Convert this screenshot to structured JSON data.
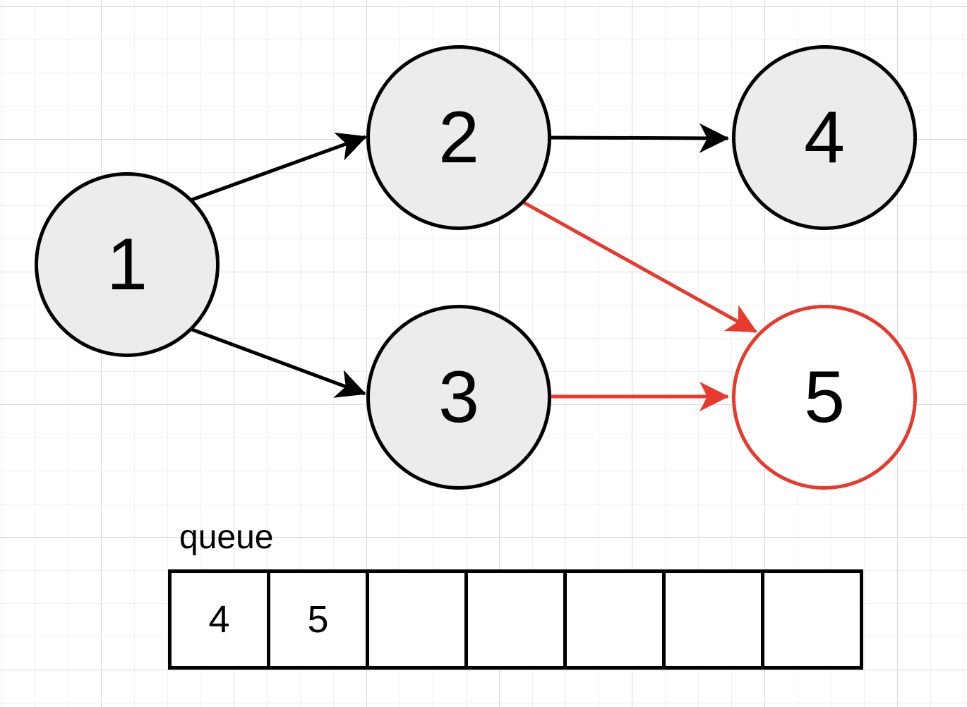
{
  "diagram": {
    "kind": "directed-graph",
    "nodes": [
      {
        "id": "1",
        "label": "1",
        "highlighted": false
      },
      {
        "id": "2",
        "label": "2",
        "highlighted": false
      },
      {
        "id": "3",
        "label": "3",
        "highlighted": false
      },
      {
        "id": "4",
        "label": "4",
        "highlighted": false
      },
      {
        "id": "5",
        "label": "5",
        "highlighted": true
      }
    ],
    "edges": [
      {
        "from": "1",
        "to": "2",
        "color": "#000000"
      },
      {
        "from": "1",
        "to": "3",
        "color": "#000000"
      },
      {
        "from": "2",
        "to": "4",
        "color": "#000000"
      },
      {
        "from": "2",
        "to": "5",
        "color": "#e8392c"
      },
      {
        "from": "3",
        "to": "5",
        "color": "#e8392c"
      }
    ],
    "colors": {
      "node_fill": "#ececec",
      "node_stroke": "#000000",
      "highlight_stroke": "#e8392c",
      "grid_minor": "#f0f0f0",
      "grid_major": "#d9d9d9",
      "background": "#ffffff"
    }
  },
  "queue": {
    "label": "queue",
    "cells": [
      "4",
      "5",
      "",
      "",
      "",
      "",
      ""
    ]
  }
}
